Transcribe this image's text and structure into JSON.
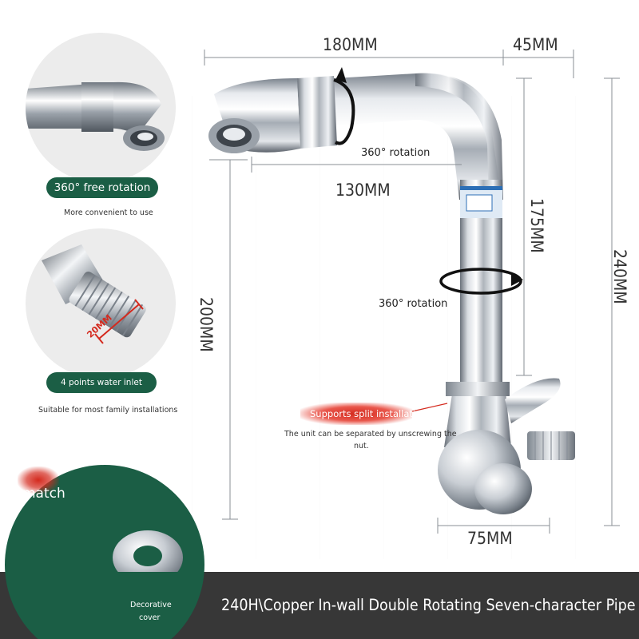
{
  "dimensions": {
    "top_width": "180MM",
    "top_offset": "45MM",
    "spout_reach": "130MM",
    "pipe_height": "175MM",
    "total_height": "240MM",
    "body_height": "200MM",
    "base_width": "75MM",
    "thread_size": "20MM"
  },
  "labels": {
    "rotation_top": "360° rotation",
    "rotation_mid": "360° rotation",
    "split_title": "Supports split installation",
    "split_desc_line1": "The unit can be separated by unscrewing the",
    "split_desc_line2": "nut."
  },
  "features": {
    "free_rotation_badge": "360° free rotation",
    "free_rotation_caption": "More convenient to use",
    "water_inlet_badge": "4 points water inlet",
    "water_inlet_caption": "Suitable for most family installations",
    "match_label": "match",
    "decorative_line1": "Decorative",
    "decorative_line2": "cover"
  },
  "product_title": "240H\\Copper In-wall Double Rotating Seven-character Pipe",
  "colors": {
    "accent_green": "#1b5e45",
    "accent_red": "#d42a1e",
    "bottom_bar": "#373737",
    "chrome_light": "#f4f6f8",
    "chrome_dark": "#5f6670"
  }
}
